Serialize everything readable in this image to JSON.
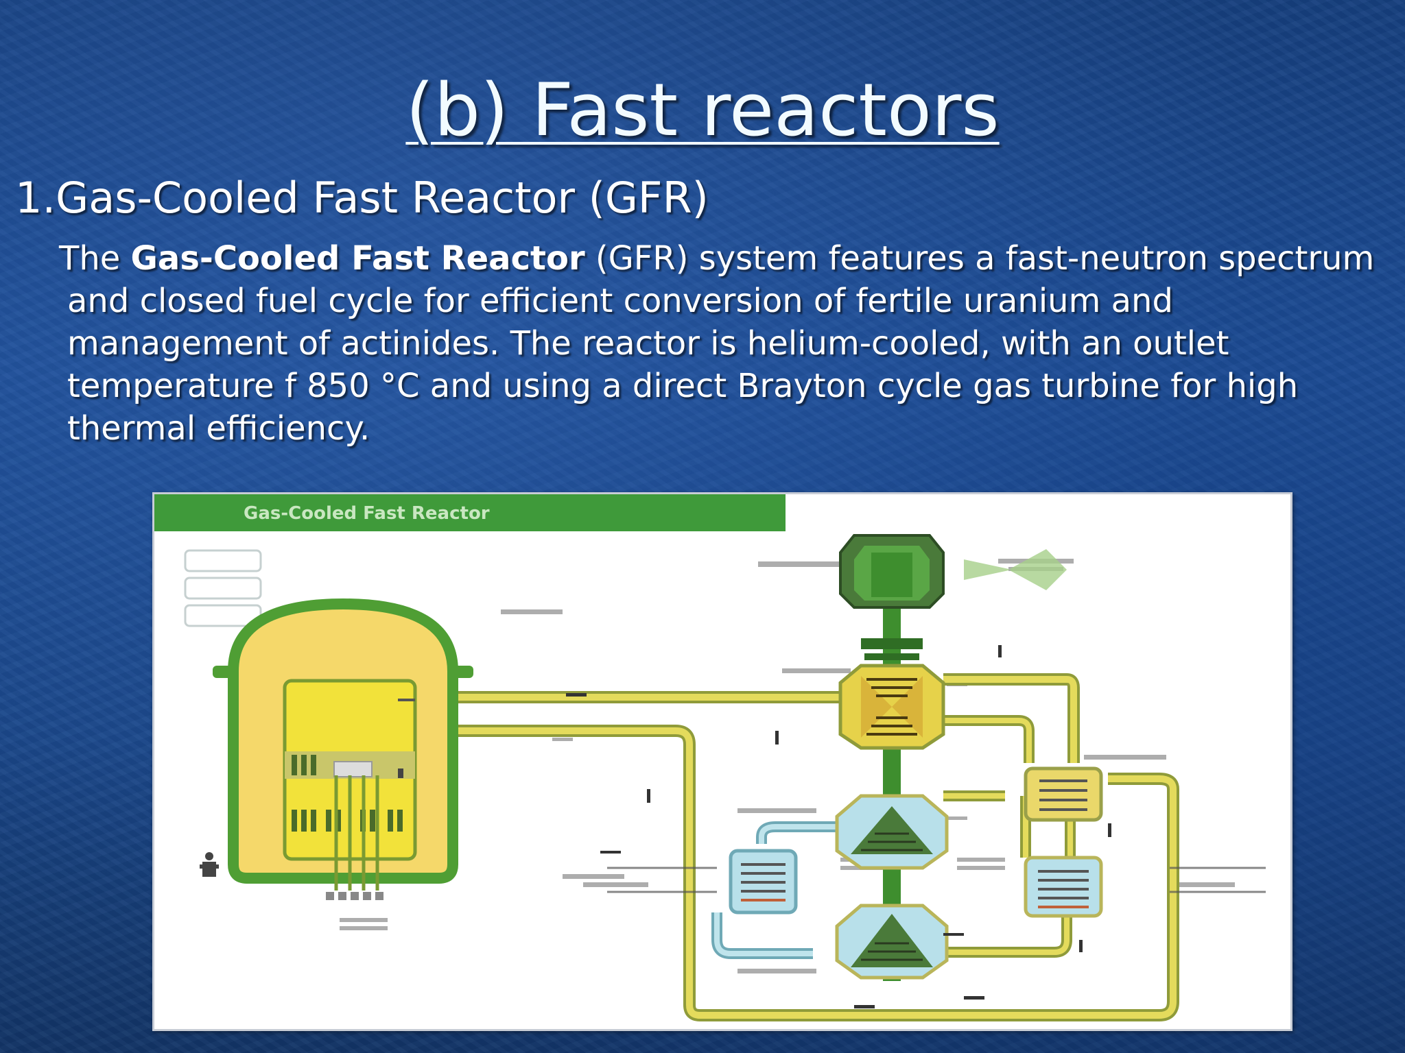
{
  "slide": {
    "title": "(b) Fast reactors",
    "subheading": "1.Gas-Cooled Fast Reactor (GFR)",
    "body": {
      "lead": "The ",
      "bold": "Gas-Cooled Fast Reactor",
      "rest": " (GFR) system features a fast-neutron spectrum and closed fuel cycle for efficient conversion of fertile uranium and management of actinides. The reactor is helium-cooled, with an outlet temperature  f 850 °C and using a direct Brayton cycle gas turbine for high thermal efficiency."
    }
  },
  "diagram": {
    "banner": "Gas-Cooled Fast Reactor",
    "colors": {
      "banner_green": "#3f9a3a",
      "vessel_green": "#4f9e34",
      "core_yellow": "#f2e23a",
      "vessel_fill": "#f5d86a",
      "pipe_yellow": "#d9cf55",
      "pipe_edge": "#8f9b3a",
      "cool_blue": "#a9dbe6"
    }
  }
}
